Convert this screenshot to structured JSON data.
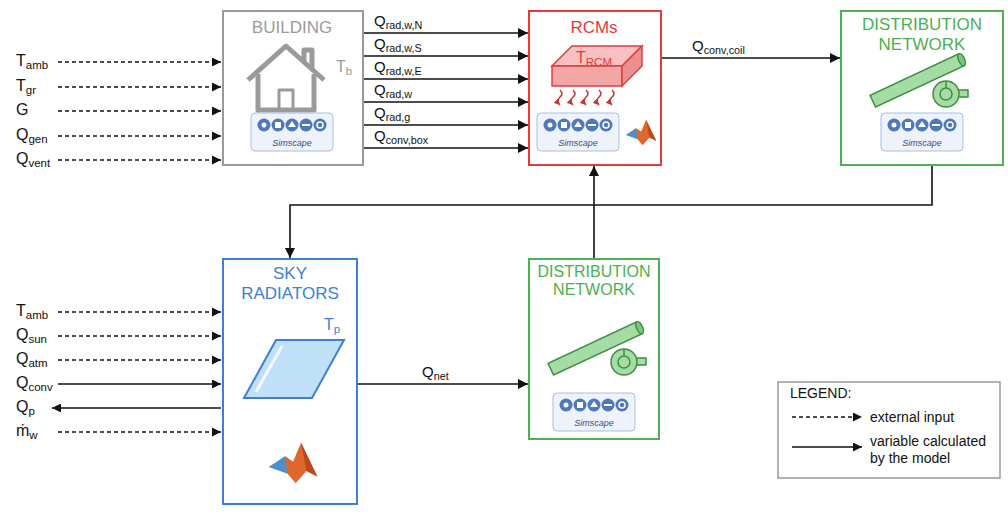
{
  "diagram": {
    "nodes": [
      {
        "text": [
          "BUILDING",
          "Tb",
          "Simscape"
        ]
      },
      {
        "text": [
          "RCMs",
          "TRCM",
          "Simscape"
        ]
      },
      {
        "text": [
          "DISTRIBUTION NETWORK",
          "Simscape"
        ]
      },
      {
        "text": [
          "SKY RADIATORS",
          "Tp"
        ]
      },
      {
        "text": [
          "DISTRIBUTION NETWORK",
          "Simscape"
        ]
      }
    ],
    "edges": [
      {
        "from": 0,
        "to": 1,
        "label": "Qrad,w,N",
        "arrow": "to"
      },
      {
        "from": 0,
        "to": 1,
        "label": "Qrad,w,S",
        "arrow": "to"
      },
      {
        "from": 0,
        "to": 1,
        "label": "Qrad,w,E",
        "arrow": "to"
      },
      {
        "from": 0,
        "to": 1,
        "label": "Qrad,w",
        "arrow": "to"
      },
      {
        "from": 0,
        "to": 1,
        "label": "Qrad,g",
        "arrow": "to"
      },
      {
        "from": 0,
        "to": 1,
        "label": "Qconv,box",
        "arrow": "to"
      },
      {
        "from": 1,
        "to": 2,
        "label": "Qconv,coil",
        "arrow": "to"
      },
      {
        "from": 2,
        "to": 3,
        "arrow": "to"
      },
      {
        "from": 3,
        "to": 4,
        "label": "Qnet",
        "arrow": "to"
      },
      {
        "from": 4,
        "to": 1,
        "arrow": "to"
      }
    ],
    "labels": [
      "Tamb",
      "Tgr",
      "G",
      "Qgen",
      "Qvent",
      "Tamb",
      "Qsun",
      "Qatm",
      "Qconv",
      "Qp",
      "ṁw",
      "LEGEND:"
    ],
    "legend": [
      {
        "text": "external input"
      },
      {
        "text": "variable calculated by the model"
      }
    ]
  }
}
